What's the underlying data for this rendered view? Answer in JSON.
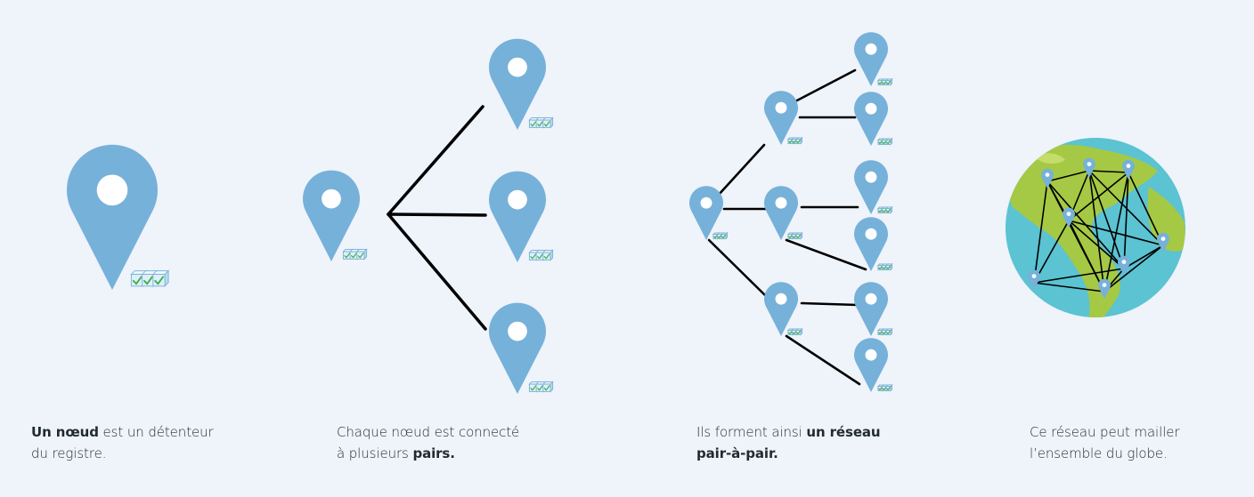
{
  "colors": {
    "background": "#eff3fa",
    "pin": "#76b1d9",
    "line": "#000000",
    "ocean": "#5bc3d2",
    "land": "#a5c944",
    "check": "#3fae4a",
    "cube_face": "#dff0fb",
    "cube_edge": "#7fb5d8"
  },
  "icons": {
    "node": "map-pin-icon",
    "ledger": "ledger-blocks-icon",
    "globe": "globe-icon"
  },
  "captions": {
    "step1": {
      "bold": "Un nœud",
      "rest": " est un détenteur",
      "line2": "du registre."
    },
    "step2": {
      "line1": "Chaque nœud est connecté",
      "line2_pre": "à plusieurs ",
      "bold": "pairs."
    },
    "step3": {
      "line1_pre": "Ils forment ainsi ",
      "bold1": "un réseau",
      "bold2": "pair-à-pair."
    },
    "step4": {
      "line1": "Ce réseau peut mailler",
      "line2": "l’ensemble du globe."
    }
  }
}
